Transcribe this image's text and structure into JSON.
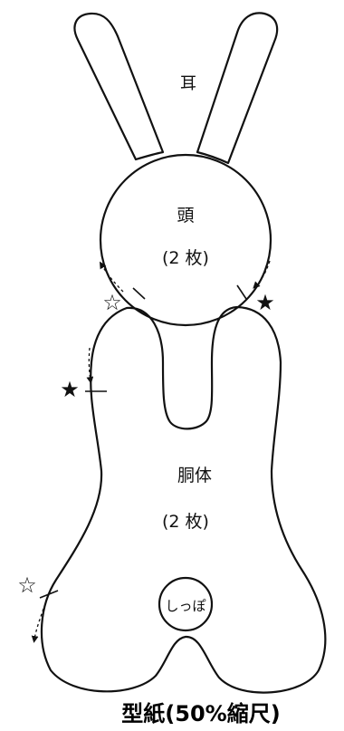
{
  "pieces": {
    "ear": {
      "label": "耳"
    },
    "head": {
      "label": "頭",
      "count": "(2 枚)"
    },
    "body": {
      "label": "胴体",
      "count": "(2 枚)"
    },
    "tail": {
      "label": "しっぽ"
    }
  },
  "caption": "型紙(50%縮尺)",
  "markers": {
    "filled_star": "★",
    "open_star": "☆"
  }
}
